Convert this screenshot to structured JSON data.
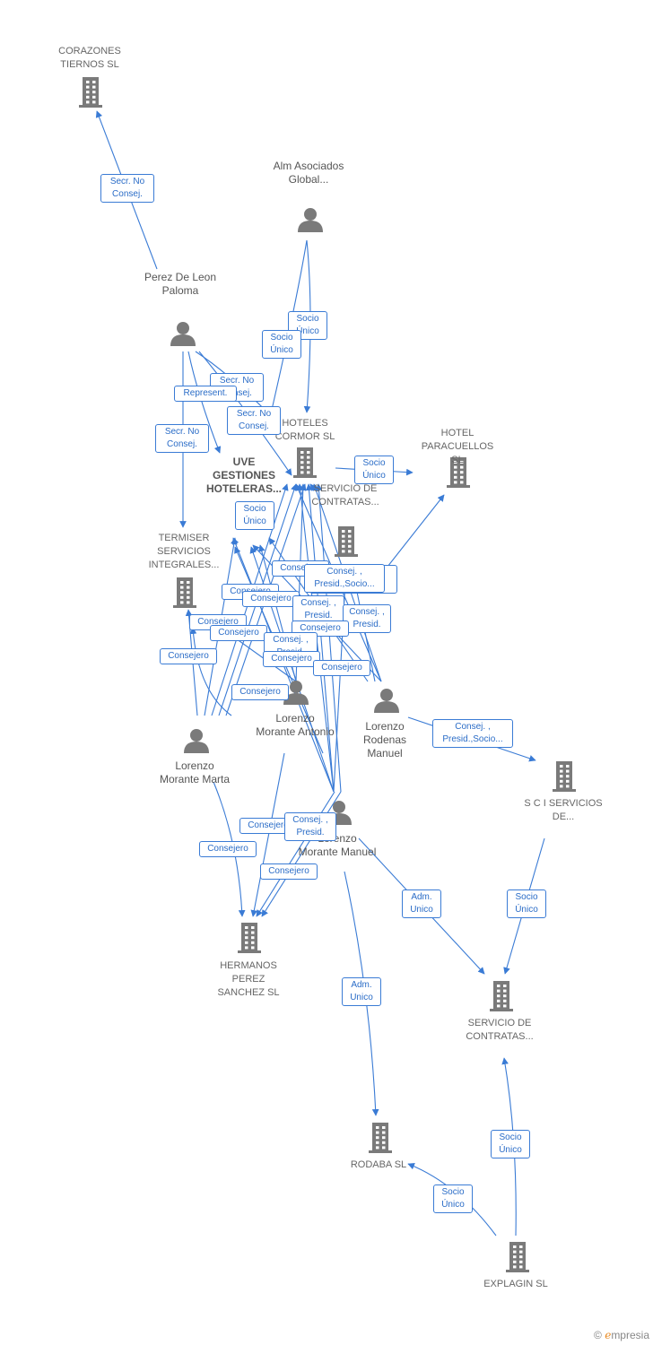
{
  "colors": {
    "edge": "#3a7bd5",
    "icon": "#7a7a7a",
    "label": "#666666",
    "accent": "#e98b23"
  },
  "nodes": {
    "corazones": "CORAZONES TIERNOS SL",
    "alm": "Alm Asociados Global...",
    "perez_paloma": "Perez De Leon Paloma",
    "hoteles_cormor": "HOTELES CORMOR SL",
    "hotel_paracuellos": "HOTEL PARACUELLOS SL",
    "uve": "UVE GESTIONES HOTELERAS...",
    "servicio_contratas_1": "SERVICIO DE CONTRATAS...",
    "termiser": "TERMISER SERVICIOS INTEGRALES...",
    "lorenzo_rodenas": "Lorenzo Rodenas Manuel",
    "lorenzo_antonio": "Lorenzo Morante Antonio",
    "lorenzo_marta": "Lorenzo Morante Marta",
    "lorenzo_manuel": "Lorenzo Morante Manuel",
    "sci": "S C I SERVICIOS DE...",
    "hermanos": "HERMANOS PEREZ SANCHEZ SL",
    "servicio_contratas_2": "SERVICIO DE CONTRATAS...",
    "rodaba": "RODABA SL",
    "explagin": "EXPLAGIN SL"
  },
  "edge_labels": {
    "secr_no_consej": "Secr. No Consej.",
    "socio_unico": "Socio Único",
    "represent": "Represent.",
    "consejero": "Consejero",
    "consej_presid_socio": "Consej. , Presid.,Socio...",
    "consej_presid": "Consej. , Presid.",
    "adm_unico": "Adm. Unico"
  },
  "brand": {
    "copyright": "©",
    "name": "mpresia",
    "initial": "e"
  }
}
